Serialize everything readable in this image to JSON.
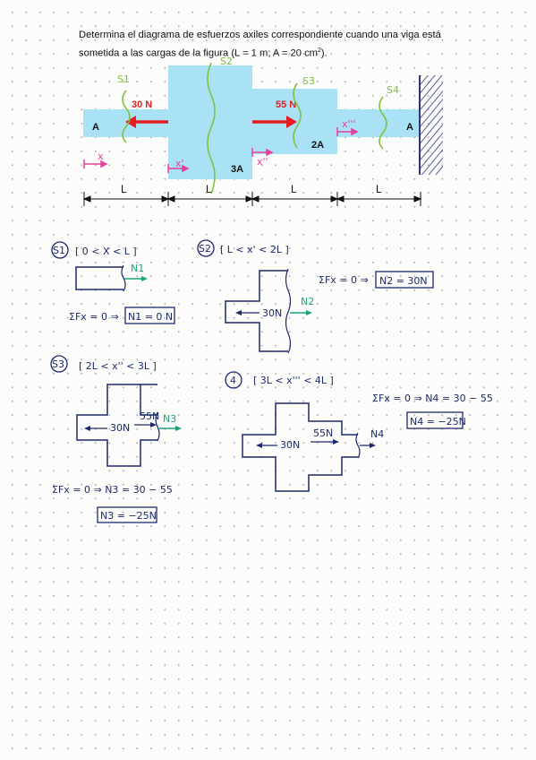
{
  "problem": {
    "statement_line1": "Determina el diagrama de esfuerzos axiles correspondiente cuando una viga está",
    "statement_line2_pre": "sometida a las cargas de la figura (L = 1 m; A = 20 cm",
    "statement_sup": "2",
    "statement_line2_post": ")."
  },
  "figure": {
    "area_left": "A",
    "area_mid1": "3A",
    "area_mid2": "2A",
    "area_right": "A",
    "force1": "30 N",
    "force2": "55 N",
    "sections": [
      "S1",
      "S2",
      "S3",
      "S4"
    ],
    "coords": [
      "x",
      "x'",
      "x''",
      "x'''"
    ],
    "length_labels": [
      "L",
      "L",
      "L",
      "L"
    ]
  },
  "solution": {
    "s1": {
      "badge": "S1",
      "range": "[ 0 < X < L ]",
      "n_label": "N1",
      "equation": "ΣFx = 0 ⇒",
      "result": "N1 = 0 N"
    },
    "s2": {
      "badge": "S2",
      "range": "[ L < x' < 2L ]",
      "equation": "ΣFx = 0 ⇒",
      "result": "N2 = 30N",
      "force_label": "30N",
      "n_label": "N2"
    },
    "s3": {
      "badge": "S3",
      "range": "[ 2L < x'' < 3L ]",
      "force1": "30N",
      "force2": "55N",
      "n_label": "N3",
      "equation": "ΣFx = 0 ⇒ N3 = 30 − 55",
      "result": "N3 = −25N"
    },
    "s4": {
      "badge": "4",
      "range": "[ 3L < x''' < 4L ]",
      "force1": "30N",
      "force2": "55N",
      "n_label": "N4",
      "equation": "ΣFx = 0 ⇒ N4 = 30 − 55",
      "result": "N4 = −25N"
    }
  }
}
